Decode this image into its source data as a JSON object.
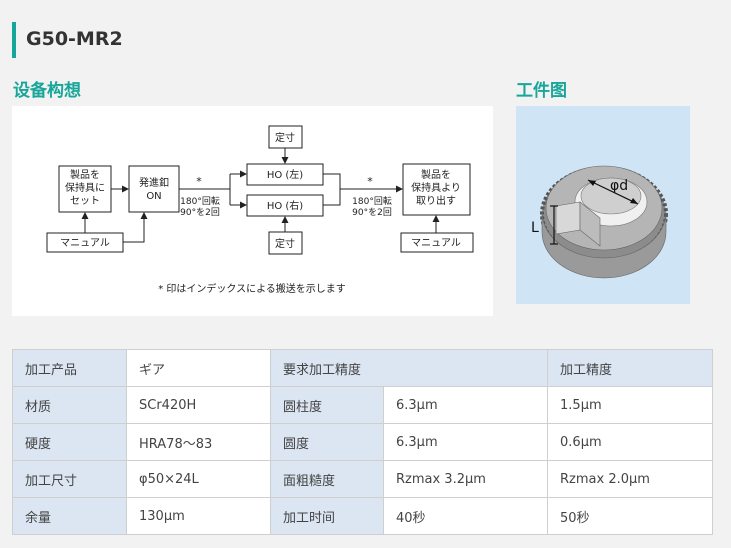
{
  "header": {
    "title": "G50-MR2"
  },
  "sections": {
    "concept": "设备构想",
    "workpiece": "工件图"
  },
  "diagram": {
    "box_product_in": [
      "製品を",
      "保持具に",
      "セット"
    ],
    "box_manual_left": "マニュアル",
    "box_start": [
      "発進釦",
      "ON"
    ],
    "star": "*",
    "index_label_1": [
      "180°回転",
      "90°を2回"
    ],
    "box_ho_left": "HO (左)",
    "box_ho_right": "HO (右)",
    "box_fixed_top": "定寸",
    "box_fixed_bottom": "定寸",
    "index_label_2": [
      "180°回転",
      "90°を2回"
    ],
    "box_product_out": [
      "製品を",
      "保持具より",
      "取り出す"
    ],
    "box_manual_right": "マニュアル",
    "footnote": "* 印はインデックスによる搬送を示します"
  },
  "workpiece_labels": {
    "diameter": "φd",
    "length": "L"
  },
  "spec_table": {
    "header": [
      "加工产品",
      "ギア",
      "要求加工精度",
      "加工精度"
    ],
    "rows": [
      [
        "材质",
        "SCr420H",
        "圆柱度",
        "6.3μm",
        "1.5μm"
      ],
      [
        "硬度",
        "HRA78～83",
        "圆度",
        "6.3μm",
        "0.6μm"
      ],
      [
        "加工尺寸",
        "φ50×24L",
        "面粗糙度",
        "Rzmax 3.2μm",
        "Rzmax 2.0μm"
      ],
      [
        "余量",
        "130μm",
        "加工时间",
        "40秒",
        "50秒"
      ]
    ]
  }
}
